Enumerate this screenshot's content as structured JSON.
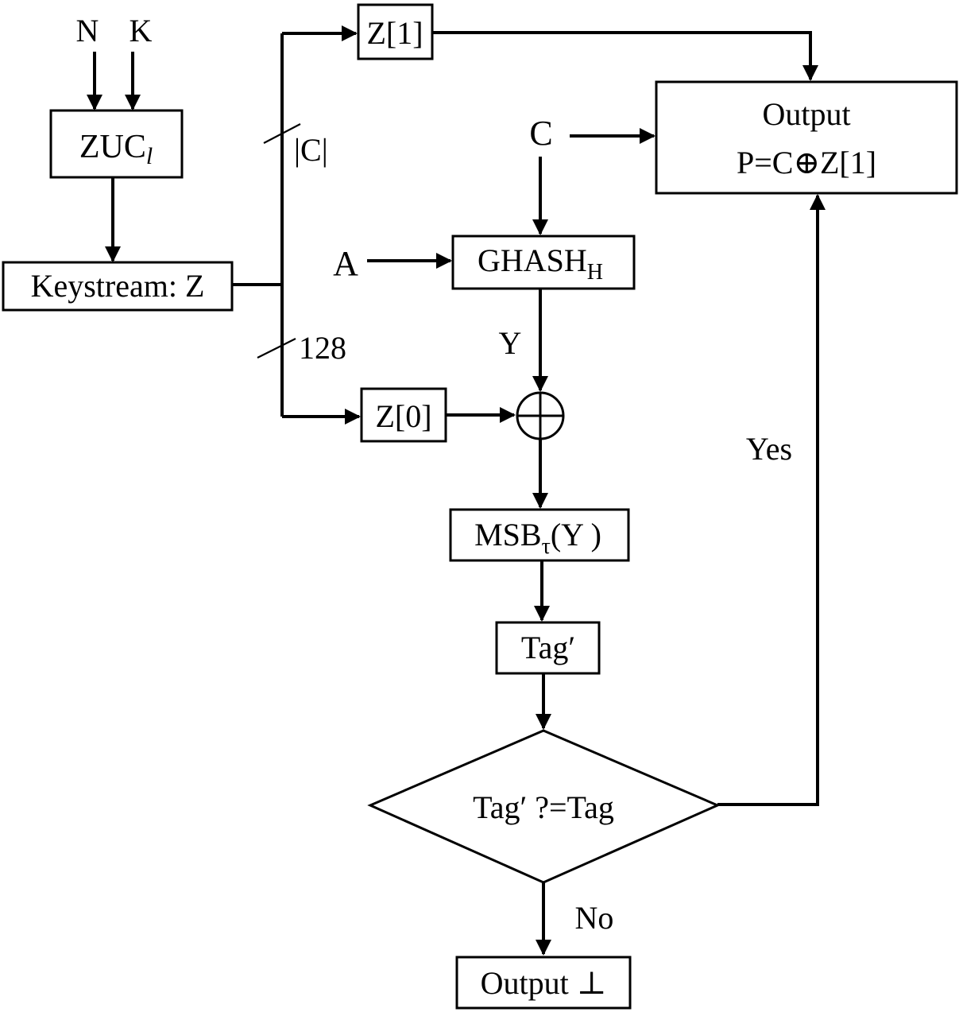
{
  "inputs": {
    "n": "N",
    "k": "K",
    "c": "C",
    "a": "A"
  },
  "zuc": {
    "base": "ZUC",
    "sub": "l"
  },
  "keystream": "Keystream: Z",
  "z1": "Z[1]",
  "z0": "Z[0]",
  "bus_c_label": "|C|",
  "bus_128_label": "128",
  "output": {
    "line1": "Output",
    "line2": "P=C⊕Z[1]"
  },
  "ghash": {
    "base": "GHASH",
    "sub": "H"
  },
  "y_label": "Y",
  "msb": {
    "base": "MSB",
    "sub": "τ",
    "rest": "(Y )"
  },
  "tag_prime": "Tag′",
  "decision": "Tag′ ?=Tag",
  "yes_label": "Yes",
  "no_label": "No",
  "output_fail": "Output ⊥"
}
